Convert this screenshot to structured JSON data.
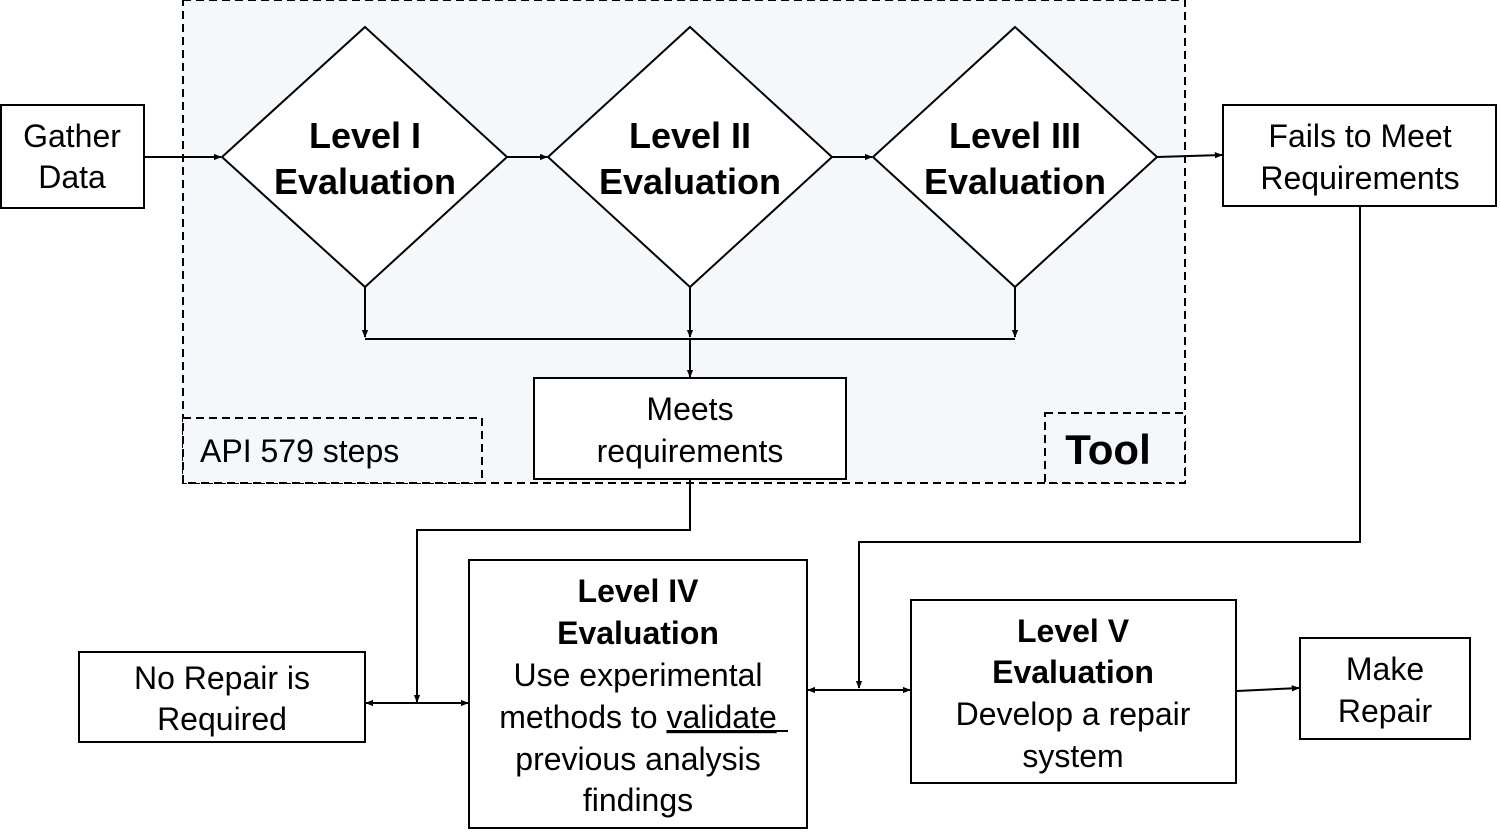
{
  "gather_data": [
    "Gather",
    "Data"
  ],
  "level1": [
    "Level I",
    "Evaluation"
  ],
  "level2": [
    "Level II",
    "Evaluation"
  ],
  "level3": [
    "Level III",
    "Evaluation"
  ],
  "fails": [
    "Fails to Meet",
    "Requirements"
  ],
  "meets": [
    "Meets",
    "requirements"
  ],
  "api_label": "API 579 steps",
  "tool_label": "Tool",
  "no_repair": [
    "No Repair is",
    "Required"
  ],
  "level4": {
    "title": [
      "Level IV",
      "Evaluation"
    ],
    "desc1": "Use experimental",
    "desc2_prefix": "methods to ",
    "desc2_emph": "validate",
    "desc3": "previous analysis",
    "desc4": "findings"
  },
  "level5": {
    "title": [
      "Level V",
      "Evaluation"
    ],
    "desc": [
      "Develop a repair",
      "system"
    ]
  },
  "make_repair": [
    "Make",
    "Repair"
  ],
  "colors": {
    "tool_region_fill": "#f4f8fb",
    "stroke": "#000000"
  }
}
